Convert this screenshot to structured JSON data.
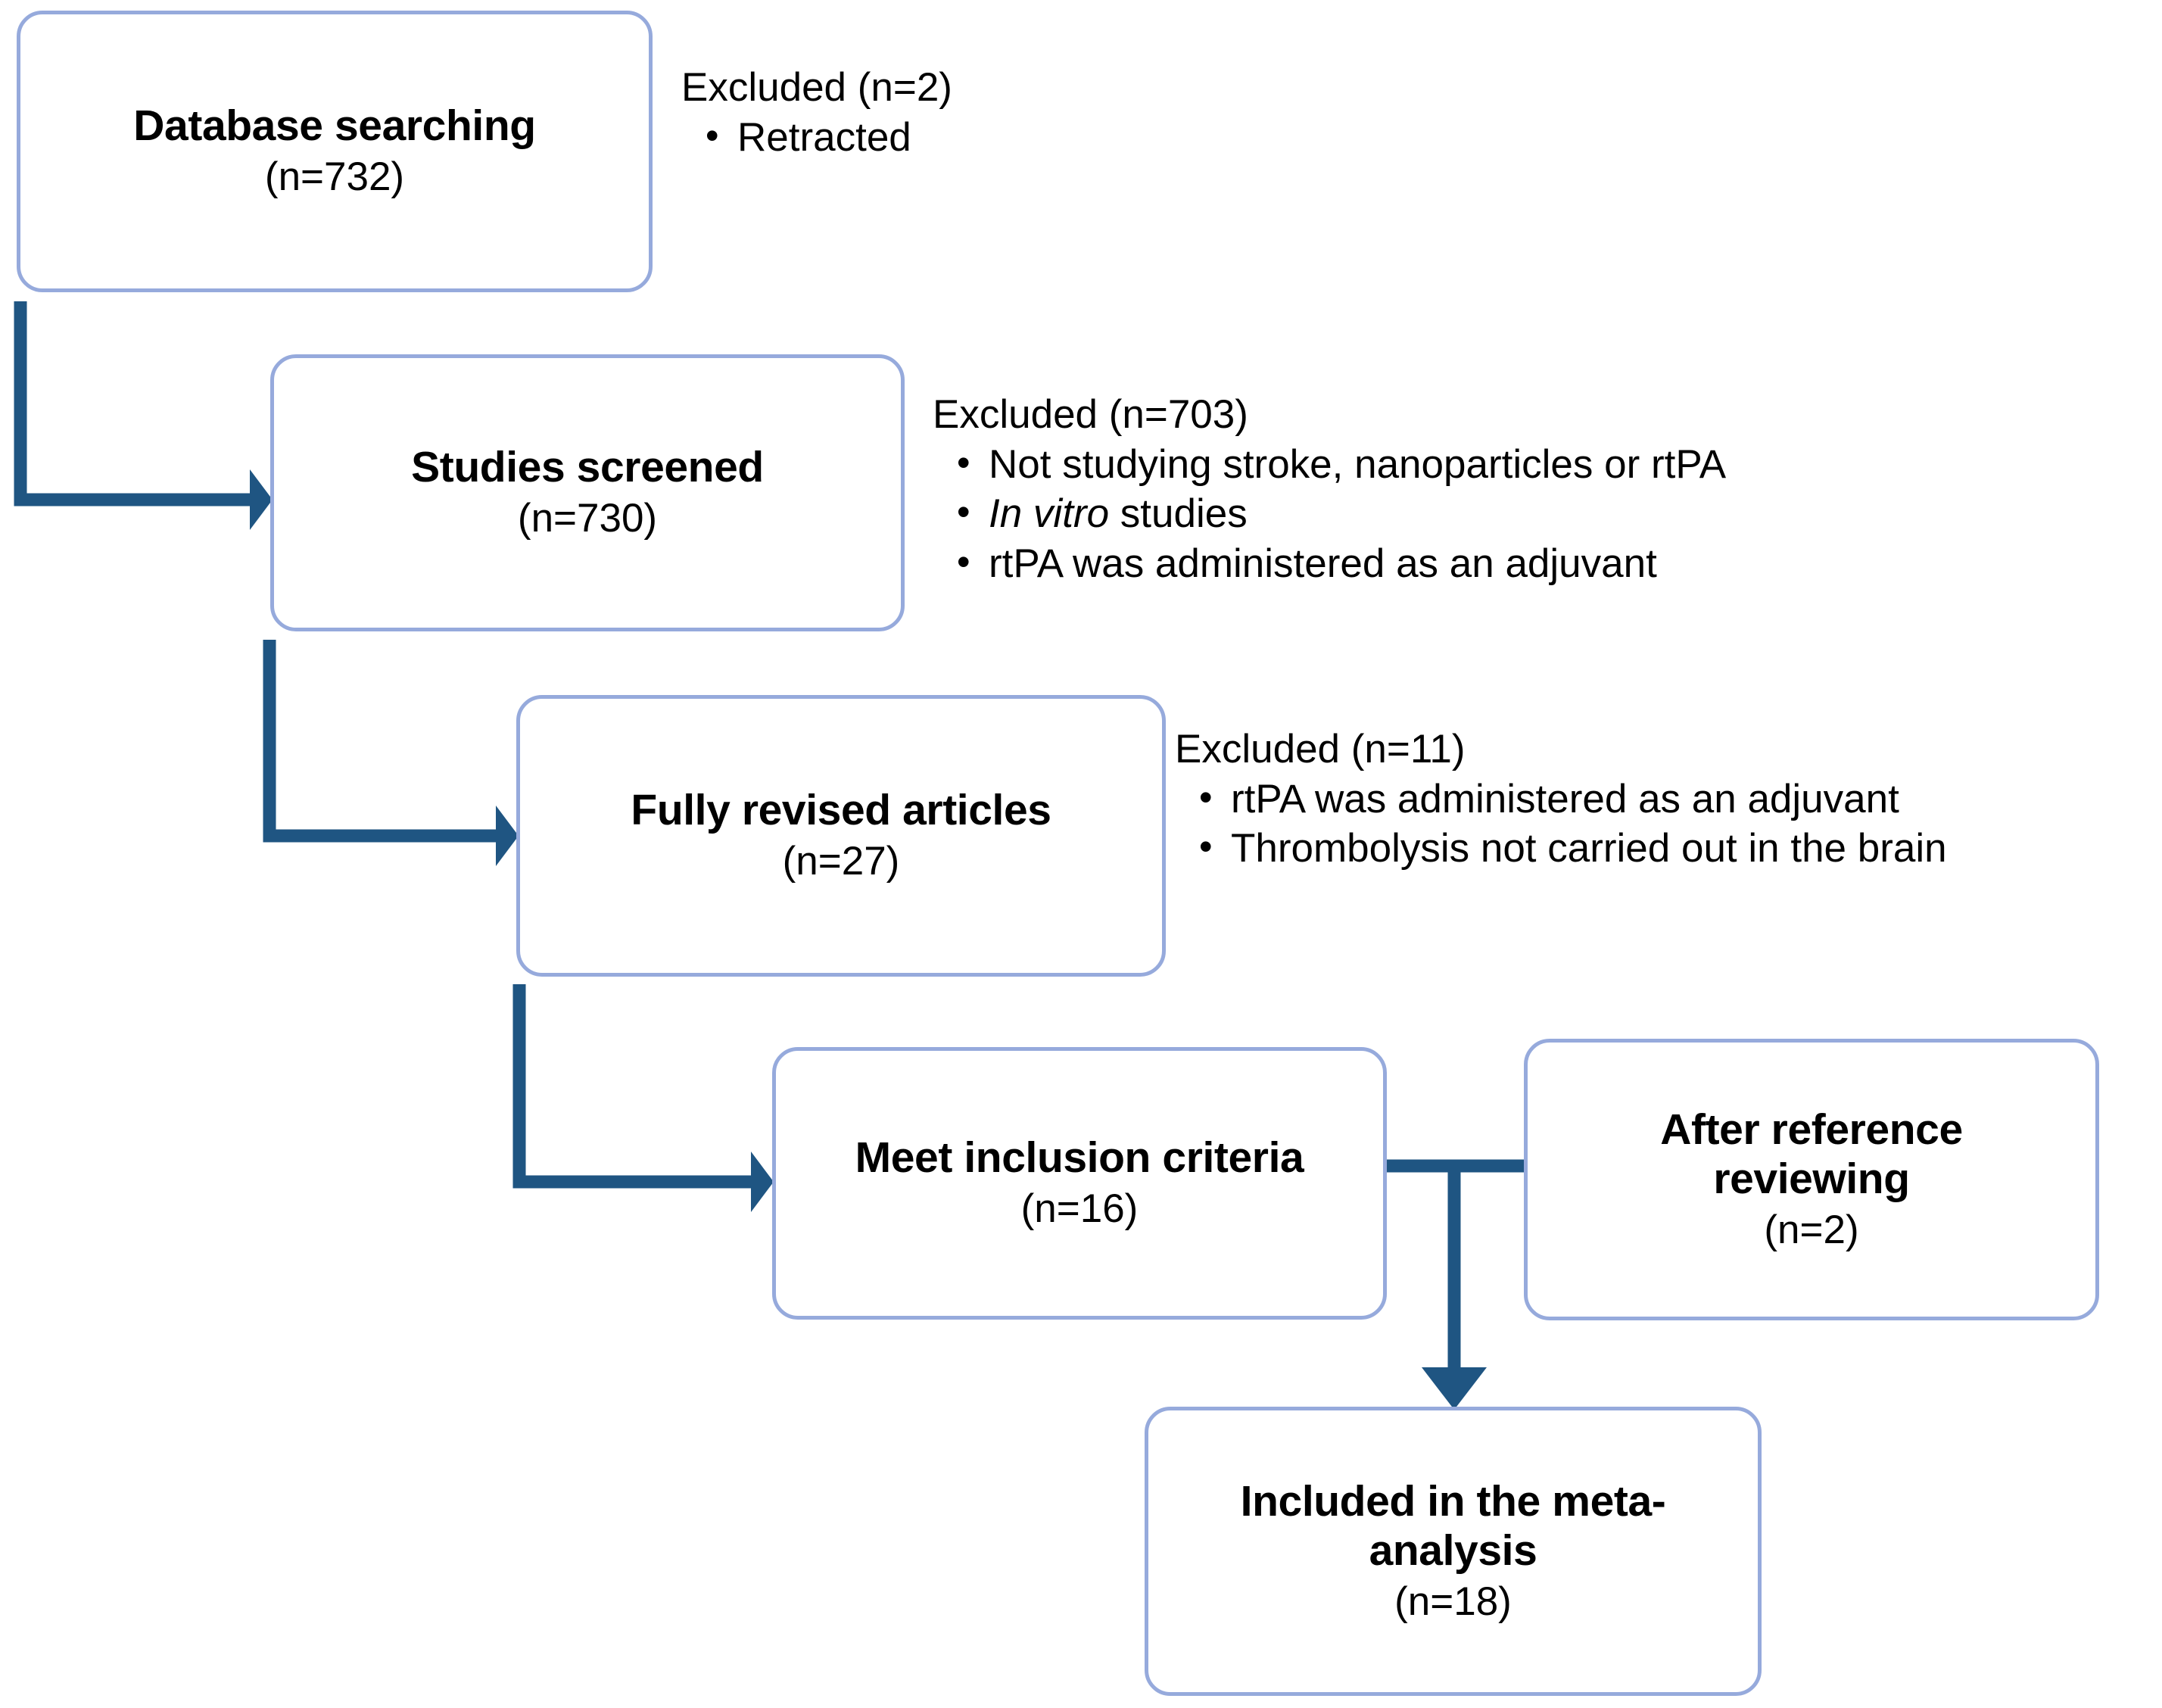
{
  "diagram": {
    "type": "prisma-flow-diagram",
    "colors": {
      "box_border": "#96AADC",
      "connector": "#1F5582",
      "text": "#000000",
      "background": "#FFFFFF"
    },
    "boxes": [
      {
        "id": "database",
        "title": "Database searching",
        "count": "(n=732)"
      },
      {
        "id": "screened",
        "title": "Studies screened",
        "count": "(n=730)"
      },
      {
        "id": "revised",
        "title": "Fully revised articles",
        "count": "(n=27)"
      },
      {
        "id": "inclusion",
        "title": "Meet inclusion criteria",
        "count": "(n=16)"
      },
      {
        "id": "reference",
        "title": "After reference\nreviewing",
        "count": "(n=2)"
      },
      {
        "id": "included",
        "title": "Included in the meta-\nanalysis",
        "count": "(n=18)"
      }
    ],
    "exclusions": [
      {
        "id": "excluded-1",
        "heading": "Excluded (n=2)",
        "reasons": [
          {
            "text": "Retracted",
            "italic_prefix": ""
          }
        ]
      },
      {
        "id": "excluded-2",
        "heading": "Excluded (n=703)",
        "reasons": [
          {
            "text": "Not studying stroke, nanoparticles or rtPA",
            "italic_prefix": ""
          },
          {
            "text": "studies",
            "italic_prefix": "In vitro"
          },
          {
            "text": "rtPA was administered as an adjuvant",
            "italic_prefix": ""
          }
        ]
      },
      {
        "id": "excluded-3",
        "heading": "Excluded (n=11)",
        "reasons": [
          {
            "text": "rtPA was administered as an adjuvant",
            "italic_prefix": ""
          },
          {
            "text": "Thrombolysis not carried out in the brain",
            "italic_prefix": ""
          }
        ]
      }
    ],
    "connectors": [
      {
        "id": "database-to-screened",
        "kind": "elbow-down-right",
        "from": "database",
        "to": "screened"
      },
      {
        "id": "screened-to-revised",
        "kind": "elbow-down-right",
        "from": "screened",
        "to": "revised"
      },
      {
        "id": "revised-to-inclusion",
        "kind": "elbow-down-right",
        "from": "revised",
        "to": "inclusion"
      },
      {
        "id": "inclusion-reference-to-included",
        "kind": "tee-down",
        "from": "inclusion,reference",
        "to": "included"
      }
    ]
  }
}
